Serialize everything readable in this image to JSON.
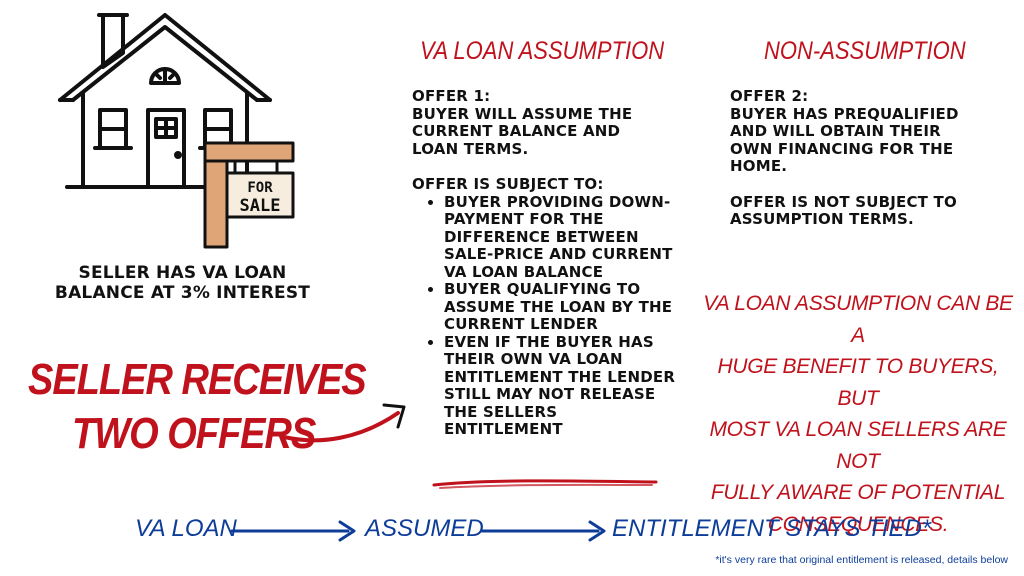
{
  "house": {
    "sign_text_1": "FOR",
    "sign_text_2": "SALE",
    "caption": "SELLER HAS VA LOAN BALANCE AT 3% INTEREST"
  },
  "left_heading": {
    "line1": "SELLER RECEIVES",
    "line2": "TWO OFFERS"
  },
  "assumption": {
    "title": "VA LOAN ASSUMPTION",
    "offer_label": "OFFER 1:",
    "offer_text": "BUYER WILL ASSUME THE CURRENT BALANCE AND LOAN TERMS.",
    "subject_label": "OFFER IS SUBJECT TO:",
    "bullets": [
      "BUYER PROVIDING DOWN-PAYMENT FOR THE DIFFERENCE BETWEEN SALE-PRICE AND CURRENT VA LOAN BALANCE",
      "BUYER QUALIFYING TO ASSUME THE LOAN BY THE CURRENT LENDER",
      "EVEN IF THE BUYER HAS THEIR OWN VA LOAN ENTITLEMENT THE LENDER STILL MAY NOT RELEASE THE SELLERS ENTITLEMENT"
    ]
  },
  "non_assumption": {
    "title": "NON-ASSUMPTION",
    "offer_label": "OFFER 2:",
    "offer_text": "BUYER HAS PREQUALIFIED AND WILL OBTAIN THEIR OWN FINANCING FOR THE HOME.",
    "subject_text": "OFFER IS NOT SUBJECT TO ASSUMPTION TERMS."
  },
  "warning": {
    "line1": "VA LOAN ASSUMPTION CAN BE A",
    "line2": "HUGE BENEFIT TO BUYERS, BUT",
    "line3": "MOST VA LOAN SELLERS ARE NOT",
    "line4": "FULLY AWARE OF POTENTIAL",
    "line5": "CONSEQUENCES."
  },
  "flow": {
    "step1": "VA LOAN",
    "step2": "ASSUMED",
    "step3": "ENTITLEMENT STAYS TIED*",
    "footnote": "*it's very rare that original entitlement is released, details below"
  },
  "colors": {
    "red": "#c0121c",
    "blue": "#0d3d99",
    "ink": "#111111",
    "sign_post": "#c98a5a"
  }
}
